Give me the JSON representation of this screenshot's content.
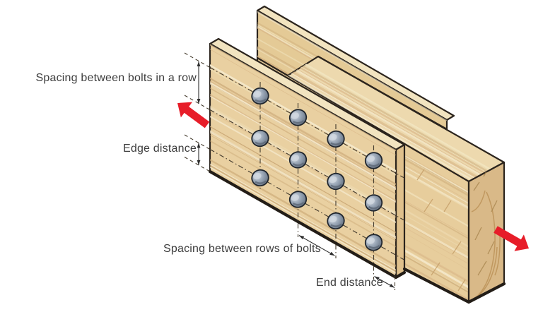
{
  "diagram": {
    "type": "technical-illustration",
    "subject": "Bolted timber lap joint showing bolt spacing rules",
    "labels": {
      "row_spacing": "Spacing between bolts in a row",
      "edge_distance": "Edge distance",
      "rows_spacing": "Spacing between rows of bolts",
      "end_distance": "End distance"
    },
    "bolts": {
      "columns": 4,
      "bolts_per_column": 3,
      "total": 12,
      "head_style": "round steel hex head"
    },
    "force_arrows": [
      {
        "name": "left-force-arrow",
        "direction": "up-left",
        "meaning": "tension force on side plank"
      },
      {
        "name": "right-force-arrow",
        "direction": "down-right",
        "meaning": "tension force on main beam"
      }
    ],
    "colors": {
      "background": "#ffffff",
      "wood_face": "#e9d0a1",
      "wood_face_far": "#e4ca96",
      "wood_face_beam": "#e7cd9c",
      "wood_top": "#edd9ae",
      "wood_top_strip": "#f2e4c0",
      "wood_side": "#dfc08c",
      "wood_end": "#d9b988",
      "grain_dark": "#c8a572",
      "grain_mid": "#d9b788",
      "grain_light": "#f6ecd2",
      "grain_scratch": "#a98750",
      "outline": "#2b241d",
      "centerline": "#453c2e",
      "dimension": "#2e2e2e",
      "bolt_light": "#d3dae2",
      "bolt_mid": "#97a4b4",
      "bolt_dark": "#5c6877",
      "bolt_outline": "#20262e",
      "arrow_red": "#e71d29",
      "text": "#3d3d3d"
    }
  }
}
